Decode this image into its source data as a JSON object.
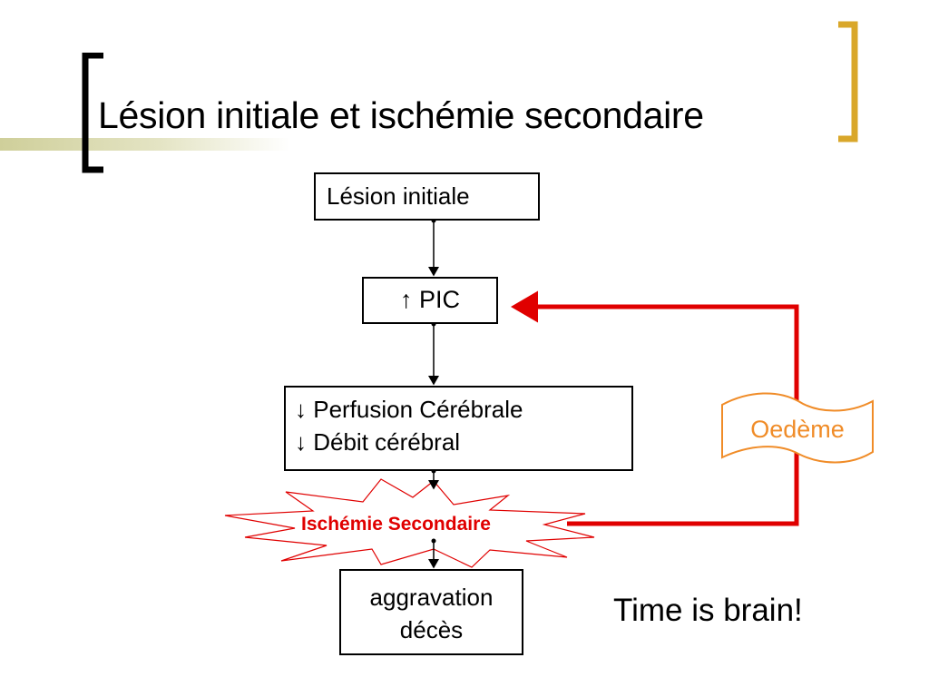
{
  "slide": {
    "title": "Lésion initiale et ischémie secondaire"
  },
  "flow": {
    "lesion": "Lésion initiale",
    "pic": "↑ PIC",
    "perfusion": "↓ Perfusion Cérébrale",
    "debit": "↓ Débit cérébral",
    "ischemie": "Ischémie Secondaire",
    "aggravation": "aggravation",
    "deces": "décès"
  },
  "feedback": {
    "label": "Oedème"
  },
  "note": "Time is brain!",
  "colors": {
    "accent_gold": "#d9a72a",
    "feedback_red": "#e00000",
    "oedeme_orange": "#f08c28",
    "title_bar": "#cfcf9a"
  }
}
